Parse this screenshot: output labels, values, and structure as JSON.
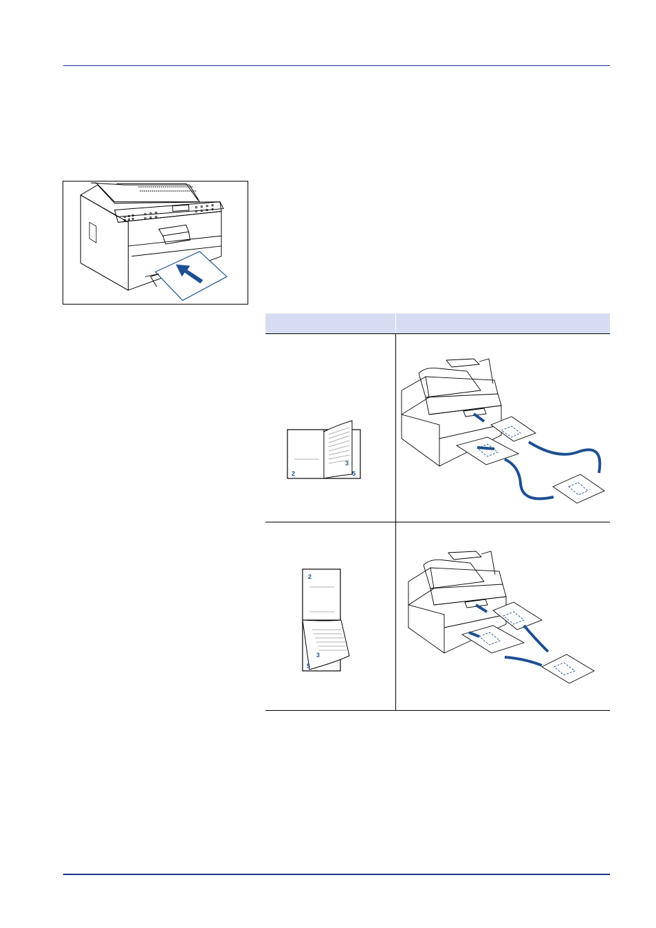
{
  "page": {
    "header_text": "",
    "footer_text": ""
  },
  "colors": {
    "rule": "#1a2f8c",
    "table_header": "#d6ddf3",
    "accent_arrow": "#1d4f91"
  },
  "figure_manual_feed": {
    "icon": "printer-manual-feed-illustration"
  },
  "table": {
    "header": [
      "",
      ""
    ],
    "rows": [
      {
        "icon_left": "booklet-side-binding-icon",
        "page_numbers": [
          "2",
          "3",
          "5"
        ],
        "icon_right": "printer-duplex-flip-long-edge-illustration"
      },
      {
        "icon_left": "booklet-top-binding-icon",
        "page_numbers": [
          "2",
          "3",
          "5"
        ],
        "icon_right": "printer-duplex-flip-short-edge-illustration"
      }
    ]
  }
}
